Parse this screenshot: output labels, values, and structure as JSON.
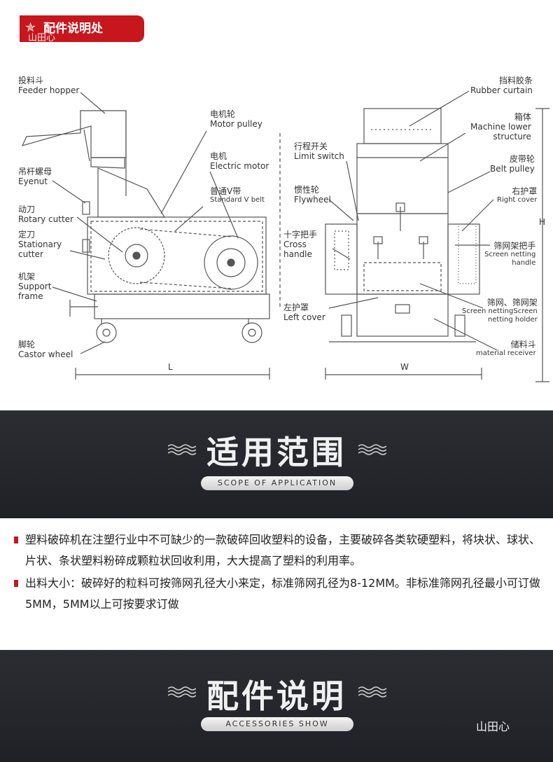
{
  "tab": {
    "title": "配件说明处",
    "watermark": "山田心",
    "star": "✯"
  },
  "diagram_labels": {
    "feeder_hopper": {
      "cn": "投料斗",
      "en": "Feeder hopper"
    },
    "motor_pulley": {
      "cn": "电机轮",
      "en": "Motor pulley"
    },
    "electric_motor": {
      "cn": "电机",
      "en": "Electric motor"
    },
    "standard_v_belt": {
      "cn": "普通V带",
      "en": "Standard V belt"
    },
    "eyenut": {
      "cn": "吊杆螺母",
      "en": "Eyenut"
    },
    "rotary_cutter": {
      "cn": "动刀",
      "en": "Rotary cutter"
    },
    "stationary_cutter": {
      "cn": "定刀",
      "en": "Stationary",
      "en2": "cutter"
    },
    "support_frame": {
      "cn": "机架",
      "en": "Support",
      "en2": "frame"
    },
    "castor_wheel": {
      "cn": "脚轮",
      "en": "Castor wheel"
    },
    "dim_l": "L",
    "limit_switch": {
      "cn": "行程开关",
      "en": "Limit switch"
    },
    "flywheel": {
      "cn": "惯性轮",
      "en": "Flywheel"
    },
    "cross_handle": {
      "cn": "十字把手",
      "en": "Cross",
      "en2": "handle"
    },
    "left_cover": {
      "cn": "左护罩",
      "en": "Left cover"
    },
    "dim_w": "W",
    "rubber_curtain": {
      "cn": "挡料胶条",
      "en": "Rubber curtain"
    },
    "machine_lower": {
      "cn": "箱体",
      "en": "Machine lower",
      "en2": "structure"
    },
    "belt_pulley": {
      "cn": "皮带轮",
      "en": "Belt pulley"
    },
    "right_cover": {
      "cn": "右护罩",
      "en": "Right cover"
    },
    "screen_netting_handle": {
      "cn": "筛网架把手",
      "en": "Screen netting",
      "en2": "handle"
    },
    "screen_netting": {
      "cn": "筛网、筛网架",
      "en": "Screen nettingScreen",
      "en2": "netting holder"
    },
    "material_receiver": {
      "cn": "储料斗",
      "en": "material receiver"
    },
    "dim_h": "H"
  },
  "section1": {
    "title": "适用范围",
    "subtitle": "SCOPE OF APPLICATION"
  },
  "paragraphs": [
    "塑料破碎机在注塑行业中不可缺少的一款破碎回收塑料的设备，主要破碎各类软硬塑料，将块状、球状、片状、条状塑料粉碎成颗粒状回收利用，大大提高了塑料的利用率。",
    "出料大小：破碎好的粒料可按筛网孔径大小来定，标准筛网孔径为8-12MM。非标准筛网孔径最小可订做5MM，5MM以上可按要求订做"
  ],
  "section2": {
    "title": "配件说明",
    "subtitle": "ACCESSORIES SHOW",
    "brand": "山田心"
  },
  "colors": {
    "accent": "#c8161d",
    "banner": "#23252b"
  }
}
